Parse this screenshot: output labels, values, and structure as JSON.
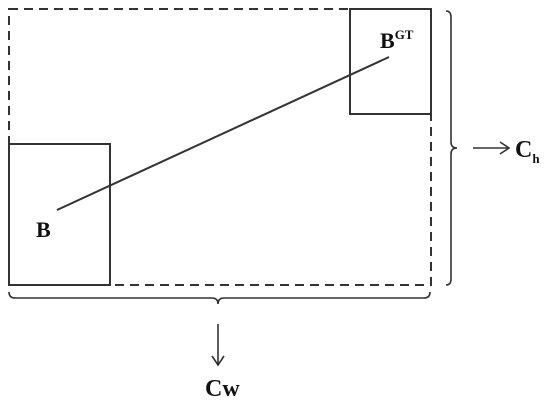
{
  "labels": {
    "box_b": "B",
    "box_gt_base": "B",
    "box_gt_sup": "GT",
    "c_h_base": "C",
    "c_h_sub": "h",
    "c_w": "Cw"
  },
  "colors": {
    "stroke": "#333333",
    "text": "#111111",
    "background": "#ffffff"
  }
}
